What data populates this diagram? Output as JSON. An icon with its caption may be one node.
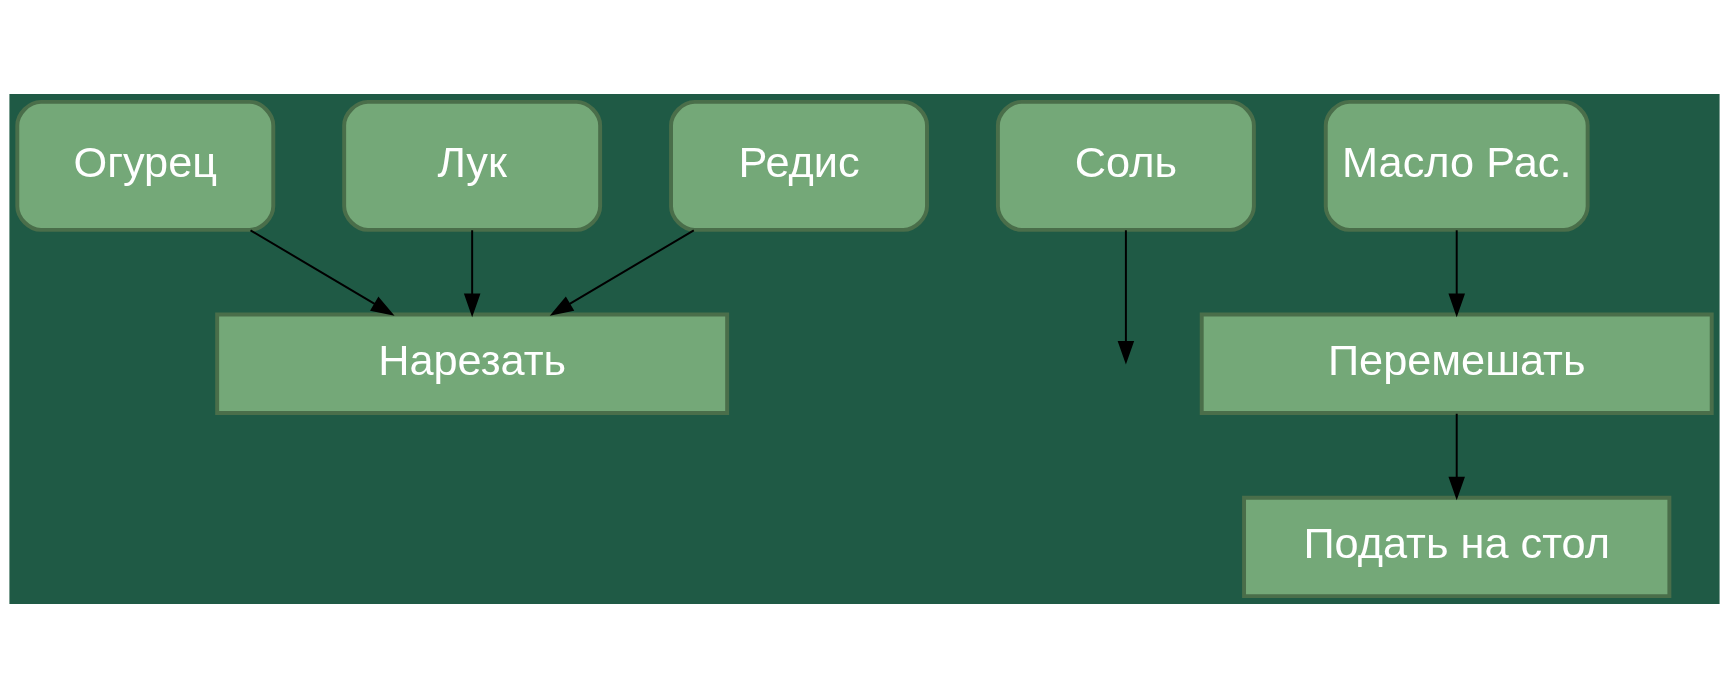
{
  "diagram": {
    "nodes": [
      {
        "text": [
          "Огурец"
        ]
      },
      {
        "text": [
          "Лук"
        ]
      },
      {
        "text": [
          "Редис"
        ]
      },
      {
        "text": [
          "Соль"
        ]
      },
      {
        "text": [
          "Масло Рас."
        ]
      },
      {
        "text": [
          "Нарезать"
        ]
      },
      {
        "text": [
          "Перемешать"
        ]
      },
      {
        "text": [
          "Подать на стол"
        ]
      }
    ],
    "edges": [
      {
        "from": 0,
        "to": 5,
        "arrow": "to"
      },
      {
        "from": 1,
        "to": 5,
        "arrow": "to"
      },
      {
        "from": 2,
        "to": 5,
        "arrow": "to"
      },
      {
        "from": 3,
        "to": null,
        "arrow": "to"
      },
      {
        "from": 4,
        "to": 6,
        "arrow": "to"
      },
      {
        "from": 6,
        "to": 7,
        "arrow": "to"
      }
    ]
  }
}
